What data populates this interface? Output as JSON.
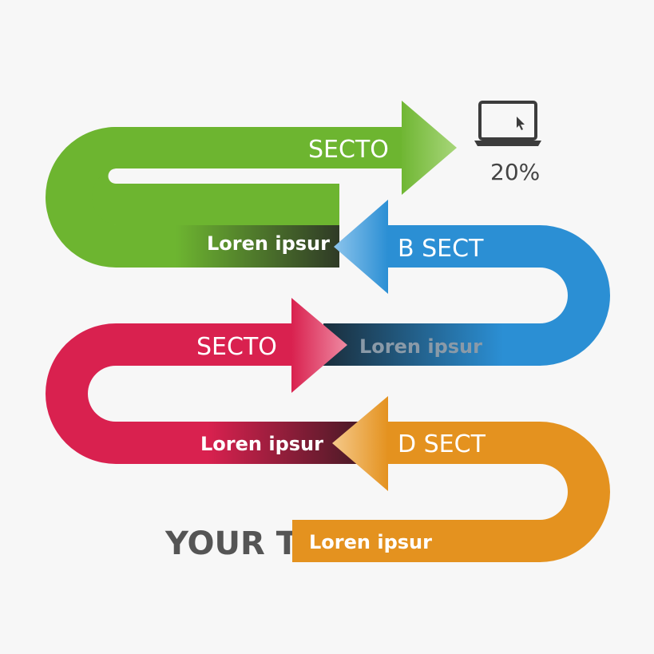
{
  "colors": {
    "background": "#f7f7f7",
    "green": "#6db530",
    "blue": "#2b8fd4",
    "red": "#d9214f",
    "orange": "#e4921f",
    "dark_text": "#555555",
    "icon": "#3c3c3c"
  },
  "sections": [
    {
      "title": "SECTO",
      "caption": "Loren ipsur",
      "color": "green"
    },
    {
      "title": "B SECT",
      "caption": "Loren ipsur",
      "color": "blue"
    },
    {
      "title": "SECTO",
      "caption": "Loren ipsur",
      "color": "red"
    },
    {
      "title": "D SECT",
      "caption": "Loren ipsur",
      "color": "orange"
    }
  ],
  "icon": {
    "name": "laptop-icon",
    "cursor": "cursor-arrow-icon"
  },
  "stat": {
    "value": "20%"
  },
  "footer": {
    "text": "YOUR TE"
  }
}
